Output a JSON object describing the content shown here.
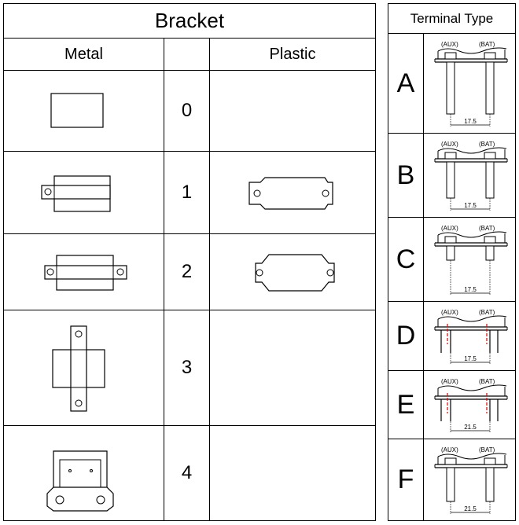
{
  "bracket": {
    "title": "Bracket",
    "col_metal": "Metal",
    "col_plastic": "Plastic",
    "rows": [
      {
        "number": "0",
        "metal_icon": "bracket-metal-0-rect-icon",
        "plastic_icon": ""
      },
      {
        "number": "1",
        "metal_icon": "bracket-metal-1-single-tab-icon",
        "plastic_icon": "bracket-plastic-1-flange-icon"
      },
      {
        "number": "2",
        "metal_icon": "bracket-metal-2-double-tab-icon",
        "plastic_icon": "bracket-plastic-2-octagon-flange-icon"
      },
      {
        "number": "3",
        "metal_icon": "bracket-metal-3-vertical-strap-icon",
        "plastic_icon": ""
      },
      {
        "number": "4",
        "metal_icon": "bracket-metal-4-u-clamp-icon",
        "plastic_icon": ""
      }
    ]
  },
  "terminal": {
    "title": "Terminal Type",
    "label_aux": "(AUX)",
    "label_bat": "(BAT)",
    "rows": [
      {
        "letter": "A",
        "dimension": "17.5",
        "style": "screw-long"
      },
      {
        "letter": "B",
        "dimension": "17.5",
        "style": "screw-long"
      },
      {
        "letter": "C",
        "dimension": "17.5",
        "style": "screw-short"
      },
      {
        "letter": "D",
        "dimension": "17.5",
        "style": "pin"
      },
      {
        "letter": "E",
        "dimension": "21.5",
        "style": "pin"
      },
      {
        "letter": "F",
        "dimension": "21.5",
        "style": "screw-long"
      }
    ]
  }
}
